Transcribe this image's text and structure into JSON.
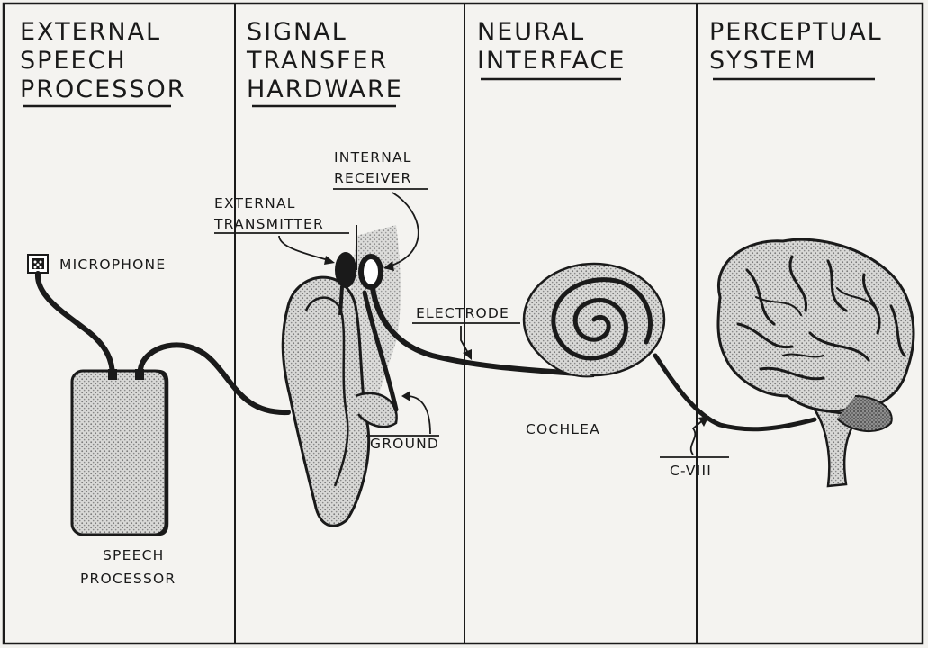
{
  "columns": [
    {
      "lines": [
        "EXTERNAL",
        "SPEECH",
        "PROCESSOR"
      ]
    },
    {
      "lines": [
        "SIGNAL",
        "TRANSFER",
        "HARDWARE"
      ]
    },
    {
      "lines": [
        "NEURAL",
        "INTERFACE"
      ]
    },
    {
      "lines": [
        "PERCEPTUAL",
        "SYSTEM"
      ]
    }
  ],
  "labels": {
    "microphone": "MICROPHONE",
    "speech_processor": [
      "SPEECH",
      "PROCESSOR"
    ],
    "external_transmitter": [
      "EXTERNAL",
      "TRANSMITTER"
    ],
    "internal_receiver": [
      "INTERNAL",
      "RECEIVER"
    ],
    "electrode": "ELECTRODE",
    "ground": "GROUND",
    "cochlea": "COCHLEA",
    "nerve": "C-VIII"
  },
  "colors": {
    "ink": "#1a1a1a",
    "paper": "#f2f1ee",
    "stipple": "#9a9a9a"
  }
}
